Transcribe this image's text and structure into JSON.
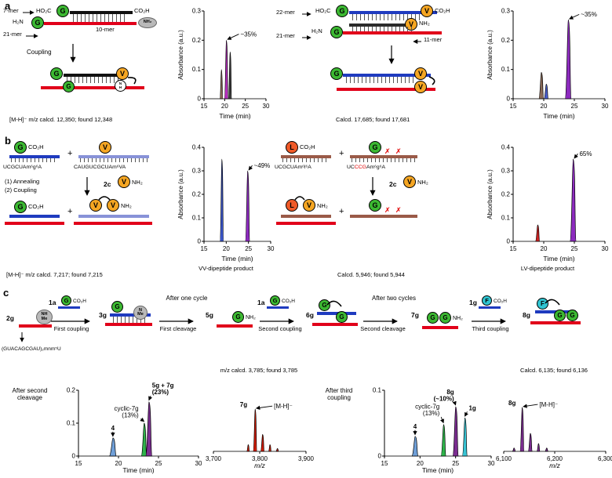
{
  "colors": {
    "gly": "#3cb832",
    "val": "#f5a623",
    "leu": "#f05a28",
    "phe": "#30c5d2",
    "red_strand": "#e1001a",
    "blue_strand": "#1f3bbf",
    "periwinkle": "#8892d8",
    "black_strand": "#111111",
    "dark_strand": "#2b2b2b",
    "brown_strand": "#9a5a48",
    "gray_blocker": "#b9b9b9"
  },
  "panel_a": {
    "label": "a",
    "s1": {
      "mer7": "7-mer",
      "mer10": "10-mer",
      "mer21": "21-mer",
      "ho2c": "HO₂C",
      "co2h": "CO₂H",
      "h2n": "H₂N",
      "nh2": "NH₂",
      "g": "G",
      "v": "V",
      "n": "N",
      "h": "H",
      "coupling": "Coupling",
      "caption": "[M-H]⁻ m/z calcd. 12,350; found 12,348"
    },
    "s2": {
      "mer22": "22-mer",
      "mer11": "11-mer",
      "mer21": "21-mer",
      "ho2c": "HO₂C",
      "co2h": "CO₂H",
      "h2n": "H₂N",
      "nh2": "NH₂",
      "g": "G",
      "v": "V",
      "caption": "Calcd. 17,685; found 17,681"
    }
  },
  "panel_b": {
    "label": "b",
    "s1": {
      "g": "G",
      "v": "V",
      "co2h": "CO₂H",
      "nh2": "NH₂",
      "plus": "+",
      "seq1": "UCGCUAm⁶g⁶A",
      "seq2": "CAUGUCGCUAm⁶VA",
      "step1": "(1) Annealing",
      "step2": "(2) Coupling",
      "c2": "2c",
      "caption": "[M-H]⁻ m/z calcd. 7,217; found 7,215",
      "chart_caption": "VV-dipeptide product"
    },
    "s2": {
      "l": "L",
      "g": "G",
      "v": "V",
      "co2h": "CO₂H",
      "nh2": "NH₂",
      "plus": "+",
      "seq1": "UCGCUAm⁶l⁶A",
      "seq2_pre": "UC",
      "seq2_red": "CCG",
      "seq2_post": "Am⁶g⁶A",
      "x": "✗",
      "c2": "2c",
      "caption": "Calcd. 5,946; found 5,944",
      "chart_caption": "LV-dipeptide product"
    }
  },
  "panel_c": {
    "label": "c",
    "g": "G",
    "f": "F",
    "co2h": "CO₂H",
    "nh2": "NH₂",
    "nhme": [
      "NH",
      "Me"
    ],
    "nme": [
      "N",
      "Me"
    ],
    "s2g": "2g",
    "s3g": "3g",
    "s5g": "5g",
    "s6g": "6g",
    "s7g": "7g",
    "s8g": "8g",
    "r1a": "1a",
    "r1g": "1g",
    "seq": "(GUACAGCGAU)₂mnm⁵U",
    "first_coupling": "First coupling",
    "first_cleavage": "First cleavage",
    "second_coupling": "Second coupling",
    "second_cleavage": "Second cleavage",
    "third_coupling": "Third coupling",
    "after_one": "After one cycle",
    "after_two": "After two cycles",
    "after_second": "After second cleavage",
    "after_third": "After third coupling",
    "ms1_title": "m/z calcd. 3,785; found 3,785",
    "ms2_title": "Calcd. 6,135; found 6,136"
  },
  "chart_data": [
    {
      "id": "a1",
      "type": "line",
      "subtype": "chromatogram",
      "xlabel": "Time (min)",
      "ylabel": "Absorbance (a.u.)",
      "xlim": [
        15,
        30
      ],
      "xticks": [
        "15",
        "20",
        "25",
        "30"
      ],
      "ylim": [
        0,
        0.3
      ],
      "yticks": [
        "0",
        "0.1",
        "0.2",
        "0.3"
      ],
      "m": {
        "l": 34,
        "r": 5,
        "t": 12,
        "b": 28
      },
      "peaks": [
        {
          "x": 19.2,
          "h": 0.1,
          "w": 0.35,
          "c": "#8a6a58"
        },
        {
          "x": 20.4,
          "h": 0.2,
          "w": 0.45,
          "c": "#b42dbb"
        },
        {
          "x": 21.3,
          "h": 0.16,
          "w": 0.4,
          "c": "#3a3a3a"
        }
      ],
      "ann": [
        {
          "lines": [
            "~35%"
          ],
          "px": 20.4,
          "ph": 0.2,
          "dx": 18,
          "dy": -5,
          "anchor": "start",
          "dir": "left",
          "arrow": true
        }
      ]
    },
    {
      "id": "a2",
      "type": "line",
      "subtype": "chromatogram",
      "xlabel": "Time (min)",
      "ylabel": "Absorbance (a.u.)",
      "xlim": [
        15,
        30
      ],
      "xticks": [
        "15",
        "20",
        "25",
        "30"
      ],
      "ylim": [
        0,
        0.3
      ],
      "yticks": [
        "0",
        "0.1",
        "0.2",
        "0.3"
      ],
      "m": {
        "l": 34,
        "r": 5,
        "t": 12,
        "b": 28
      },
      "peaks": [
        {
          "x": 19.6,
          "h": 0.09,
          "w": 0.4,
          "c": "#8a6a58"
        },
        {
          "x": 20.4,
          "h": 0.05,
          "w": 0.35,
          "c": "#4a5fd0"
        },
        {
          "x": 24,
          "h": 0.27,
          "w": 0.5,
          "c": "#8d2bbf"
        }
      ],
      "ann": [
        {
          "lines": [
            "~35%"
          ],
          "px": 24,
          "ph": 0.27,
          "dx": 16,
          "dy": -4,
          "anchor": "start",
          "dir": "left",
          "arrow": true
        }
      ]
    },
    {
      "id": "b1",
      "type": "line",
      "subtype": "chromatogram",
      "xlabel": "Time (min)",
      "ylabel": "Absorbance (a.u.)",
      "xlim": [
        15,
        30
      ],
      "xticks": [
        "15",
        "20",
        "25",
        "30"
      ],
      "ylim": [
        0,
        0.4
      ],
      "yticks": [
        "0",
        "0.1",
        "0.2",
        "0.3",
        "0.4"
      ],
      "m": {
        "l": 34,
        "r": 5,
        "t": 12,
        "b": 28
      },
      "peaks": [
        {
          "x": 19,
          "h": 0.35,
          "w": 0.4,
          "c": "#3a55c8"
        },
        {
          "x": 24.8,
          "h": 0.3,
          "w": 0.5,
          "c": "#8d2bbf"
        }
      ],
      "ann": [
        {
          "lines": [
            "~49%"
          ],
          "px": 24.8,
          "ph": 0.3,
          "dx": 8,
          "dy": -4,
          "anchor": "start",
          "dir": "left",
          "arrow": true
        }
      ]
    },
    {
      "id": "b2",
      "type": "line",
      "subtype": "chromatogram",
      "xlabel": "Time (min)",
      "ylabel": "Absorbance (a.u.)",
      "xlim": [
        15,
        30
      ],
      "xticks": [
        "15",
        "20",
        "25",
        "30"
      ],
      "ylim": [
        0,
        0.4
      ],
      "yticks": [
        "0",
        "0.1",
        "0.2",
        "0.3",
        "0.4"
      ],
      "m": {
        "l": 34,
        "r": 5,
        "t": 12,
        "b": 28
      },
      "peaks": [
        {
          "x": 19,
          "h": 0.07,
          "w": 0.35,
          "c": "#cc2222"
        },
        {
          "x": 24.8,
          "h": 0.35,
          "w": 0.5,
          "c": "#8d2bbf"
        }
      ],
      "ann": [
        {
          "lines": [
            "65%"
          ],
          "px": 24.8,
          "ph": 0.35,
          "dx": 8,
          "dy": -4,
          "anchor": "start",
          "dir": "left",
          "arrow": true
        }
      ]
    },
    {
      "id": "c1",
      "type": "line",
      "subtype": "chromatogram",
      "xlabel": "Time (min)",
      "xlim": [
        15,
        30
      ],
      "xticks": [
        "15",
        "20",
        "25",
        "30"
      ],
      "ylim": [
        0,
        0.2
      ],
      "yticks": [
        "0",
        "0.1",
        "0.2"
      ],
      "m": {
        "l": 26,
        "r": 6,
        "t": 32,
        "b": 24
      },
      "peaks": [
        {
          "x": 19.3,
          "h": 0.055,
          "w": 0.45,
          "c": "#6f9fd8"
        },
        {
          "x": 23.2,
          "h": 0.1,
          "w": 0.35,
          "c": "#2eb34a"
        },
        {
          "x": 23.8,
          "h": 0.165,
          "w": 0.4,
          "c": "#7b2d90"
        }
      ],
      "ann": [
        {
          "lines": [
            "4"
          ],
          "bold": true,
          "px": 19.3,
          "ph": 0.055,
          "dx": 0,
          "dy": -10,
          "anchor": "middle",
          "dir": "down",
          "arrow": true
        },
        {
          "lines": [
            "5g + 7g",
            "(23%)"
          ],
          "bold": true,
          "px": 23.8,
          "ph": 0.165,
          "dx": 4,
          "dy": -18,
          "anchor": "start",
          "dir": "down",
          "arrow": true
        },
        {
          "lines": [
            "cyclic-7g",
            "(13%)"
          ],
          "px": 23.2,
          "ph": 0.1,
          "dx": -7,
          "dy": -16,
          "anchor": "end",
          "dir": "down",
          "arrow": true
        }
      ]
    },
    {
      "id": "ms1",
      "type": "bar",
      "subtype": "mass-spectrum",
      "noyaxis": true,
      "xlabel": "m/z",
      "xlim": [
        3700,
        3900
      ],
      "xticks": [
        "3,700",
        "3,800",
        "3,900"
      ],
      "ylim": [
        0,
        1
      ],
      "yticks": [],
      "m": {
        "l": 6,
        "r": 6,
        "t": 26,
        "b": 24
      },
      "peaks": [
        {
          "x": 3775,
          "h": 0.12,
          "w": 3,
          "c": "#cc1a00"
        },
        {
          "x": 3790,
          "h": 0.75,
          "w": 4,
          "c": "#cc1a00"
        },
        {
          "x": 3806,
          "h": 0.3,
          "w": 4,
          "c": "#cc1a00"
        },
        {
          "x": 3822,
          "h": 0.12,
          "w": 3,
          "c": "#cc1a00"
        },
        {
          "x": 3838,
          "h": 0.05,
          "w": 3,
          "c": "#cc1a00"
        }
      ],
      "ann": [
        {
          "lines": [
            "7g"
          ],
          "bold": true,
          "px": 3790,
          "ph": 0.75,
          "dx": -10,
          "dy": -3,
          "anchor": "end",
          "arrow": false
        },
        {
          "lines": [
            "[M-H]⁻"
          ],
          "px": 3790,
          "ph": 0.75,
          "dx": 24,
          "dy": -1,
          "anchor": "start",
          "dir": "left",
          "arrow": true
        }
      ]
    },
    {
      "id": "c2",
      "type": "line",
      "subtype": "chromatogram",
      "xlabel": "Time (min)",
      "xlim": [
        15,
        30
      ],
      "xticks": [
        "15",
        "20",
        "25",
        "30"
      ],
      "ylim": [
        0,
        0.1
      ],
      "yticks": [
        "0",
        "0.1"
      ],
      "m": {
        "l": 26,
        "r": 6,
        "t": 32,
        "b": 24
      },
      "peaks": [
        {
          "x": 19.3,
          "h": 0.03,
          "w": 0.45,
          "c": "#6f9fd8"
        },
        {
          "x": 23.3,
          "h": 0.048,
          "w": 0.35,
          "c": "#2eb34a"
        },
        {
          "x": 25,
          "h": 0.075,
          "w": 0.4,
          "c": "#7b2d90"
        },
        {
          "x": 26.3,
          "h": 0.058,
          "w": 0.35,
          "c": "#38c4d4"
        }
      ],
      "ann": [
        {
          "lines": [
            "4"
          ],
          "bold": true,
          "px": 19.3,
          "ph": 0.03,
          "dx": 0,
          "dy": -10,
          "anchor": "middle",
          "dir": "down",
          "arrow": true
        },
        {
          "lines": [
            "cyclic-7g",
            "(13%)"
          ],
          "px": 23.3,
          "ph": 0.048,
          "dx": -5,
          "dy": -20,
          "anchor": "end",
          "dir": "down",
          "arrow": true
        },
        {
          "lines": [
            "8g",
            "(~10%)"
          ],
          "bold": true,
          "px": 25,
          "ph": 0.075,
          "dx": -2,
          "dy": -16,
          "anchor": "end",
          "dir": "down",
          "arrow": true
        },
        {
          "lines": [
            "1g"
          ],
          "bold": true,
          "px": 26.3,
          "ph": 0.058,
          "dx": 5,
          "dy": -10,
          "anchor": "start",
          "dir": "down",
          "arrow": true
        }
      ]
    },
    {
      "id": "ms2",
      "type": "bar",
      "subtype": "mass-spectrum",
      "noyaxis": true,
      "xlabel": "m/z",
      "xlim": [
        6100,
        6300
      ],
      "xticks": [
        "6,100",
        "6,200",
        "6,300"
      ],
      "ylim": [
        0,
        1
      ],
      "yticks": [],
      "m": {
        "l": 6,
        "r": 6,
        "t": 26,
        "b": 24
      },
      "peaks": [
        {
          "x": 6120,
          "h": 0.06,
          "w": 3,
          "c": "#7b2d90"
        },
        {
          "x": 6136,
          "h": 0.78,
          "w": 4,
          "c": "#7b2d90"
        },
        {
          "x": 6152,
          "h": 0.32,
          "w": 4,
          "c": "#7b2d90"
        },
        {
          "x": 6168,
          "h": 0.14,
          "w": 3,
          "c": "#7b2d90"
        },
        {
          "x": 6184,
          "h": 0.06,
          "w": 3,
          "c": "#7b2d90"
        }
      ],
      "ann": [
        {
          "lines": [
            "8g"
          ],
          "bold": true,
          "px": 6136,
          "ph": 0.78,
          "dx": -8,
          "dy": -3,
          "anchor": "end",
          "arrow": false
        },
        {
          "lines": [
            "[M-H]⁻"
          ],
          "px": 6136,
          "ph": 0.78,
          "dx": 22,
          "dy": -1,
          "anchor": "start",
          "dir": "left",
          "arrow": true
        }
      ]
    }
  ]
}
